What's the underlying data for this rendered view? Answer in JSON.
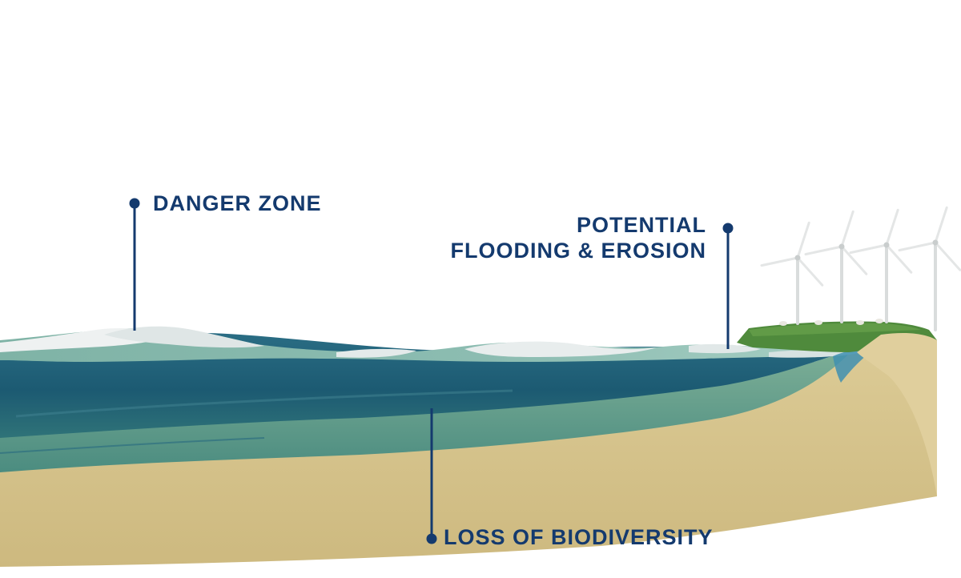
{
  "colors": {
    "accent": "#143a6e",
    "sand": "#d8c690",
    "water": "#1f5f78",
    "water_shallow": "#6fa99a",
    "grass": "#4f8a3c",
    "foam": "#e7ecec"
  },
  "callouts": {
    "danger_zone": "DANGER ZONE",
    "flooding_line1": "POTENTIAL",
    "flooding_line2": "FLOODING & EROSION",
    "biodiversity": "LOSS OF BIODIVERSITY"
  },
  "icons": {
    "turbine": "wind-turbine-icon",
    "animal": "sheep-icon"
  }
}
